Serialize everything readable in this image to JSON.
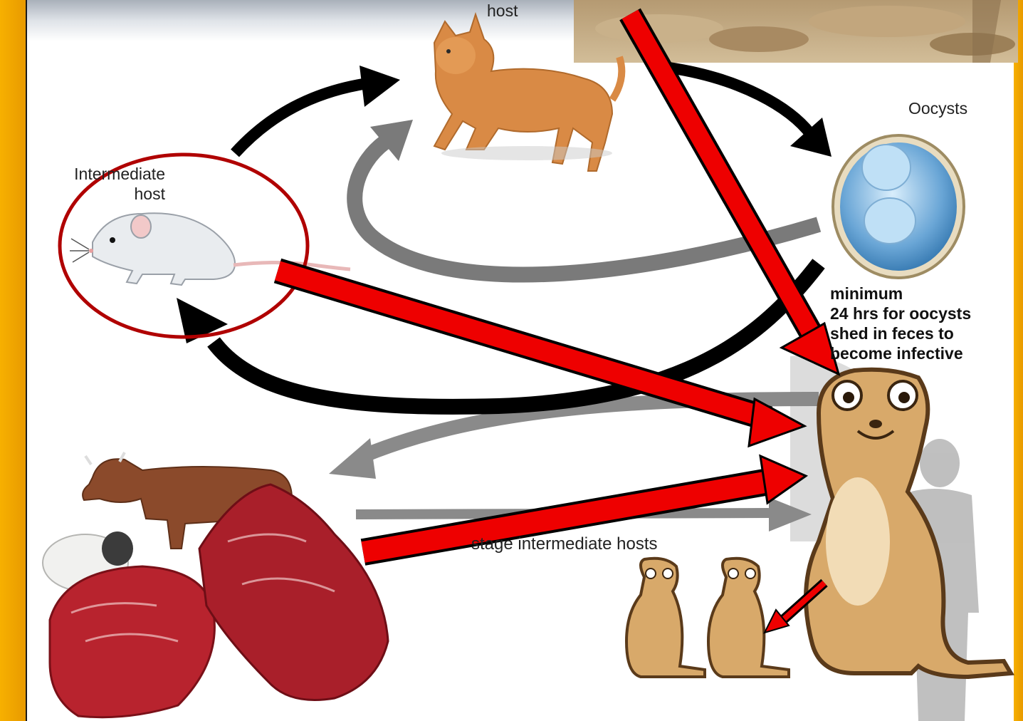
{
  "labels": {
    "definitive_host_fragment": "host",
    "oocysts": "Oocysts",
    "intermediate_host_line1": "Intermediate",
    "intermediate_host_line2": "host",
    "tissue_stage_fragment": "stage  intermediate hosts"
  },
  "note": {
    "line1": "minimum",
    "line2": "24 hrs for oocysts",
    "line3": "shed in feces to",
    "line4": "become infective"
  },
  "colors": {
    "border": "#f3a400",
    "red_arrow": "#ee0000",
    "highlight_ring": "#b00000",
    "black_arrow": "#000000",
    "gray_arrow": "#7a7a7a"
  }
}
